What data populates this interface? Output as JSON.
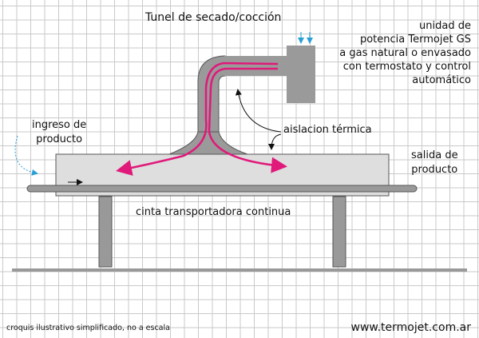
{
  "title": "Tunel de secado/cocción",
  "unit_label": [
    "unidad de",
    "potencia Termojet GS",
    "a gas natural o envasado",
    "con termostato y control",
    "automático"
  ],
  "ingreso": [
    "ingreso de",
    "producto"
  ],
  "salida": [
    "salida de",
    "producto"
  ],
  "aislacion": "aislacion térmica",
  "cinta": "cinta transportadora continua",
  "footnote": "croquis ilustrativo simplificado, no a escala",
  "website": "www.termojet.com.ar",
  "colors": {
    "airflow": "#e0197a",
    "duct": "#9a9a9a",
    "tunnel": "#dedede",
    "arrow_blue": "#2a9fd6"
  }
}
